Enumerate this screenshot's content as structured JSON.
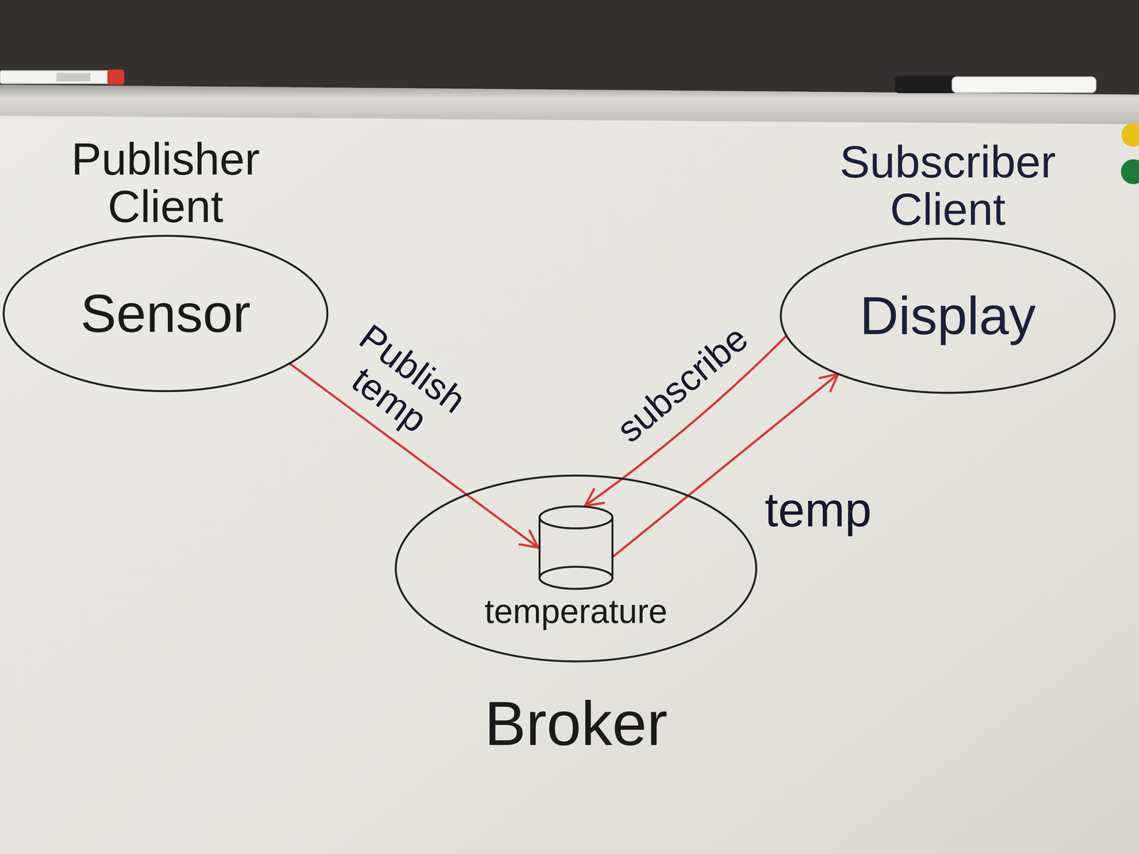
{
  "diagram": {
    "nodes": [
      {
        "text": [
          "Publisher Client",
          "Sensor"
        ]
      },
      {
        "text": [
          "Subscriber Client",
          "Display"
        ]
      },
      {
        "text": [
          "Broker"
        ]
      },
      {
        "text": [
          "temperature"
        ],
        "in": 2
      }
    ],
    "edges": [
      {
        "from": 0,
        "to": 3,
        "label": "Publish temp",
        "arrow": "to"
      },
      {
        "from": 1,
        "to": 3,
        "label": "subscribe",
        "arrow": "to"
      },
      {
        "from": 3,
        "to": 1,
        "label": "temp",
        "arrow": "to"
      }
    ]
  }
}
